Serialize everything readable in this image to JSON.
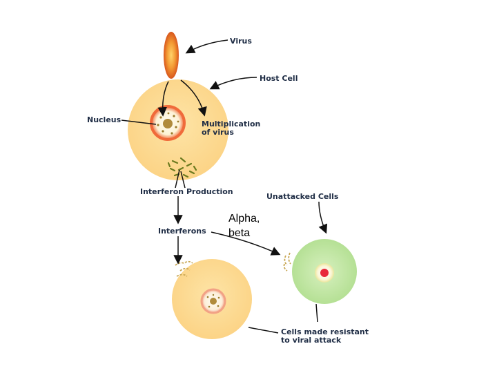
{
  "labels": {
    "virus": "Virus",
    "host_cell": "Host Cell",
    "nucleus": "Nucleus",
    "multiplication_1": "Multiplication",
    "multiplication_2": "of virus",
    "interferon_production": "Interferon Production",
    "unattacked_cells": "Unattacked Cells",
    "interferons": "Interferons",
    "resistant_1": "Cells made resistant",
    "resistant_2": "to viral attack"
  },
  "note": {
    "line1": "Alpha,",
    "line2": "beta"
  },
  "colors": {
    "cell_fill": "#fdd98a",
    "nucleus_ring": "#f06a3a",
    "unattacked_cell_fill": "#b9e39a",
    "unattacked_nucleus": "#e8283a",
    "virus_fill": "#f08a2a",
    "label_text": "#1f2d45"
  }
}
